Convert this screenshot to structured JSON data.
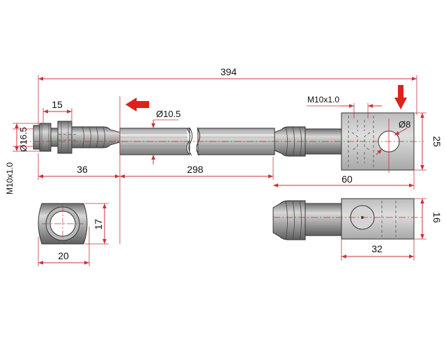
{
  "dimensions": {
    "overall_length": "394",
    "fitting_length": "15",
    "fitting_diameter": "Ø16.5",
    "thread_left": "M10x1.0",
    "left_end_length": "36",
    "hose_diameter": "Ø10.5",
    "hose_length": "298",
    "thread_right": "M10x1.0",
    "bolt_hole": "Ø8",
    "bracket_height": "25",
    "right_end_length": "60",
    "hex_height": "17",
    "hex_width": "20",
    "block_height": "16",
    "block_width": "32"
  },
  "colors": {
    "dimension": "#c8323a",
    "arrow": "#e0201a",
    "outline": "#333333",
    "fill_light": "#c9c9c9",
    "fill_dark": "#8c8c8c"
  },
  "icons": [
    "direction-arrow-left-icon",
    "direction-arrow-down-icon"
  ]
}
